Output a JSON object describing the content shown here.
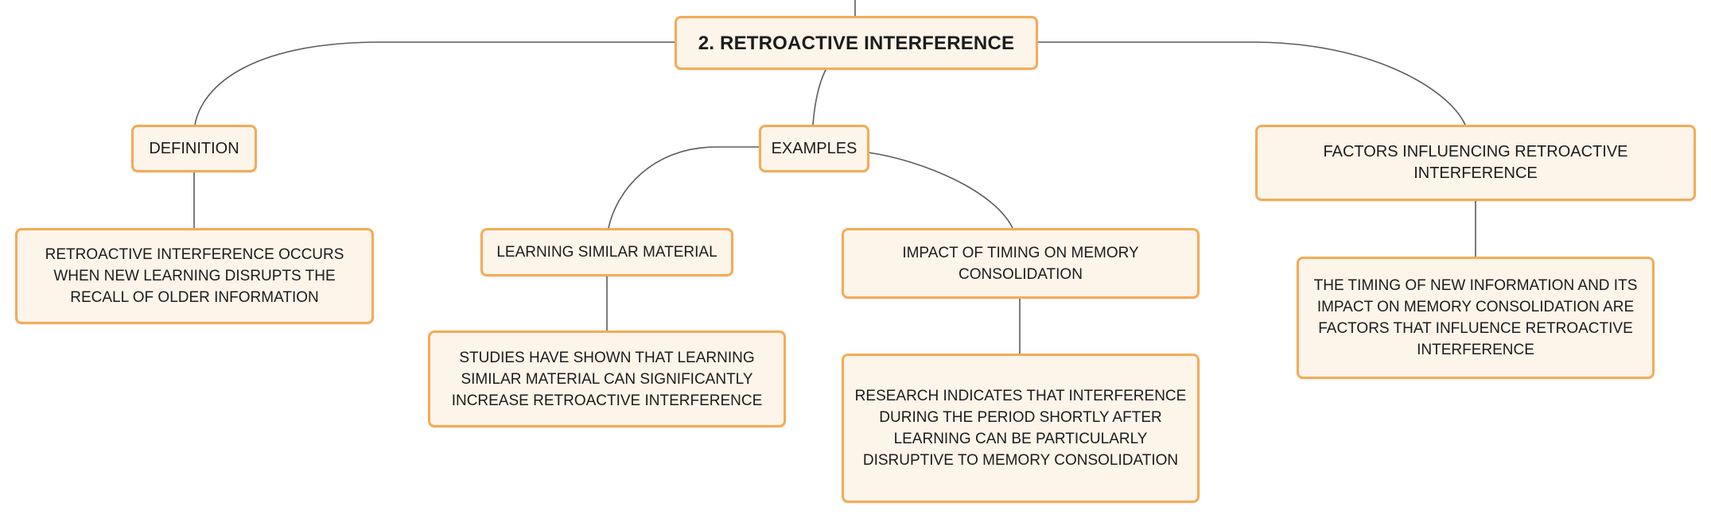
{
  "root": {
    "label": "2. RETROACTIVE INTERFERENCE"
  },
  "definition": {
    "label": "DEFINITION",
    "detail": "RETROACTIVE INTERFERENCE OCCURS WHEN NEW LEARNING DISRUPTS THE RECALL OF OLDER INFORMATION"
  },
  "examples": {
    "label": "EXAMPLES",
    "items": [
      {
        "label": "LEARNING SIMILAR MATERIAL",
        "detail": "STUDIES HAVE SHOWN THAT LEARNING SIMILAR MATERIAL CAN SIGNIFICANTLY INCREASE RETROACTIVE INTERFERENCE"
      },
      {
        "label": "IMPACT OF TIMING ON MEMORY CONSOLIDATION",
        "detail": "RESEARCH INDICATES THAT INTERFERENCE DURING THE PERIOD SHORTLY AFTER LEARNING CAN BE PARTICULARLY DISRUPTIVE TO MEMORY CONSOLIDATION"
      }
    ]
  },
  "factors": {
    "label": "FACTORS INFLUENCING RETROACTIVE INTERFERENCE",
    "detail": "THE TIMING OF NEW INFORMATION AND ITS IMPACT ON MEMORY CONSOLIDATION ARE FACTORS THAT INFLUENCE RETROACTIVE INTERFERENCE"
  },
  "colors": {
    "node_fill": "#fdf4ea",
    "node_border": "#f4ab57",
    "connector": "#5c5c5c"
  }
}
